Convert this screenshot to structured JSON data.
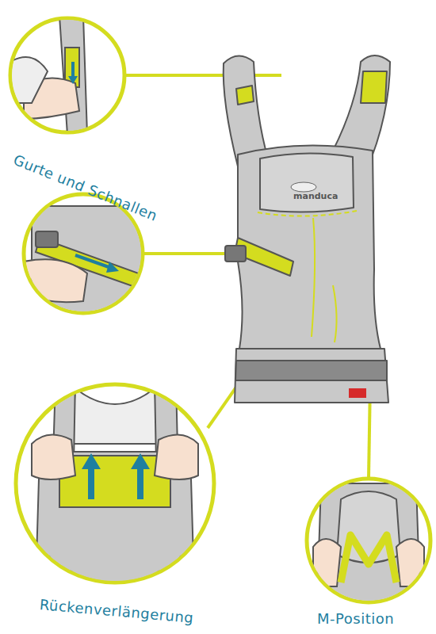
{
  "diagram": {
    "labels": [
      "Gurte und Schnallen",
      "manduca",
      "Rückenverlängerung",
      "M-Position"
    ]
  }
}
